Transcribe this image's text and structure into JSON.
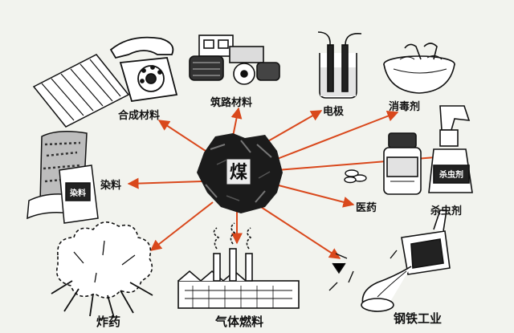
{
  "center": {
    "label": "煤"
  },
  "labels": {
    "synthetic_materials": "合成材料",
    "road_materials": "筑路材料",
    "electrode": "电极",
    "disinfectant": "消毒剂",
    "dye": "染料",
    "medicine": "医药",
    "insecticide": "杀虫剂",
    "explosive": "炸药",
    "gas_fuel": "气体燃料",
    "steel_industry": "钢铁工业",
    "dye_bag": "染料",
    "spray_bottle": "杀虫剂"
  },
  "colors": {
    "arrow": "#d9481c",
    "ink": "#111111",
    "background": "#f2f3ee"
  },
  "icons": [
    "telephone-icon",
    "corrugated-sheet-icon",
    "road-roller-icon",
    "electrolysis-beaker-icon",
    "wash-basin-icon",
    "fabric-roll-icon",
    "dye-bag-icon",
    "medicine-bottle-icon",
    "pills-icon",
    "spray-bottle-icon",
    "explosion-icon",
    "factory-icon",
    "molten-steel-icon",
    "coal-lump-icon"
  ]
}
